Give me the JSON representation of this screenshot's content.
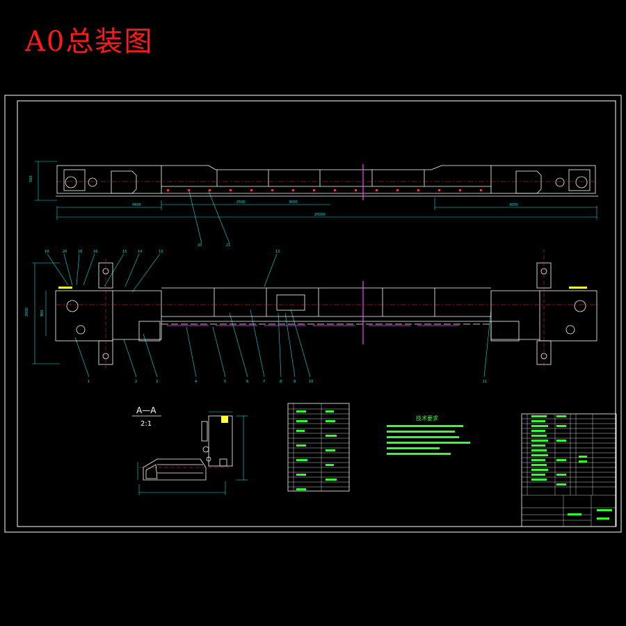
{
  "title": "A0总装图",
  "section_label": "A—A",
  "section_scale": "2:1",
  "notes_title": "技术要求",
  "colors": {
    "background": "#000000",
    "title": "#ff1a1a",
    "frame": "#ffffff",
    "dimension": "#00e5e5",
    "centerline": "#ff3030",
    "outline": "#ffffff",
    "hidden": "#ff40ff",
    "note_text": "#33ff33",
    "part": "#ffff33"
  }
}
